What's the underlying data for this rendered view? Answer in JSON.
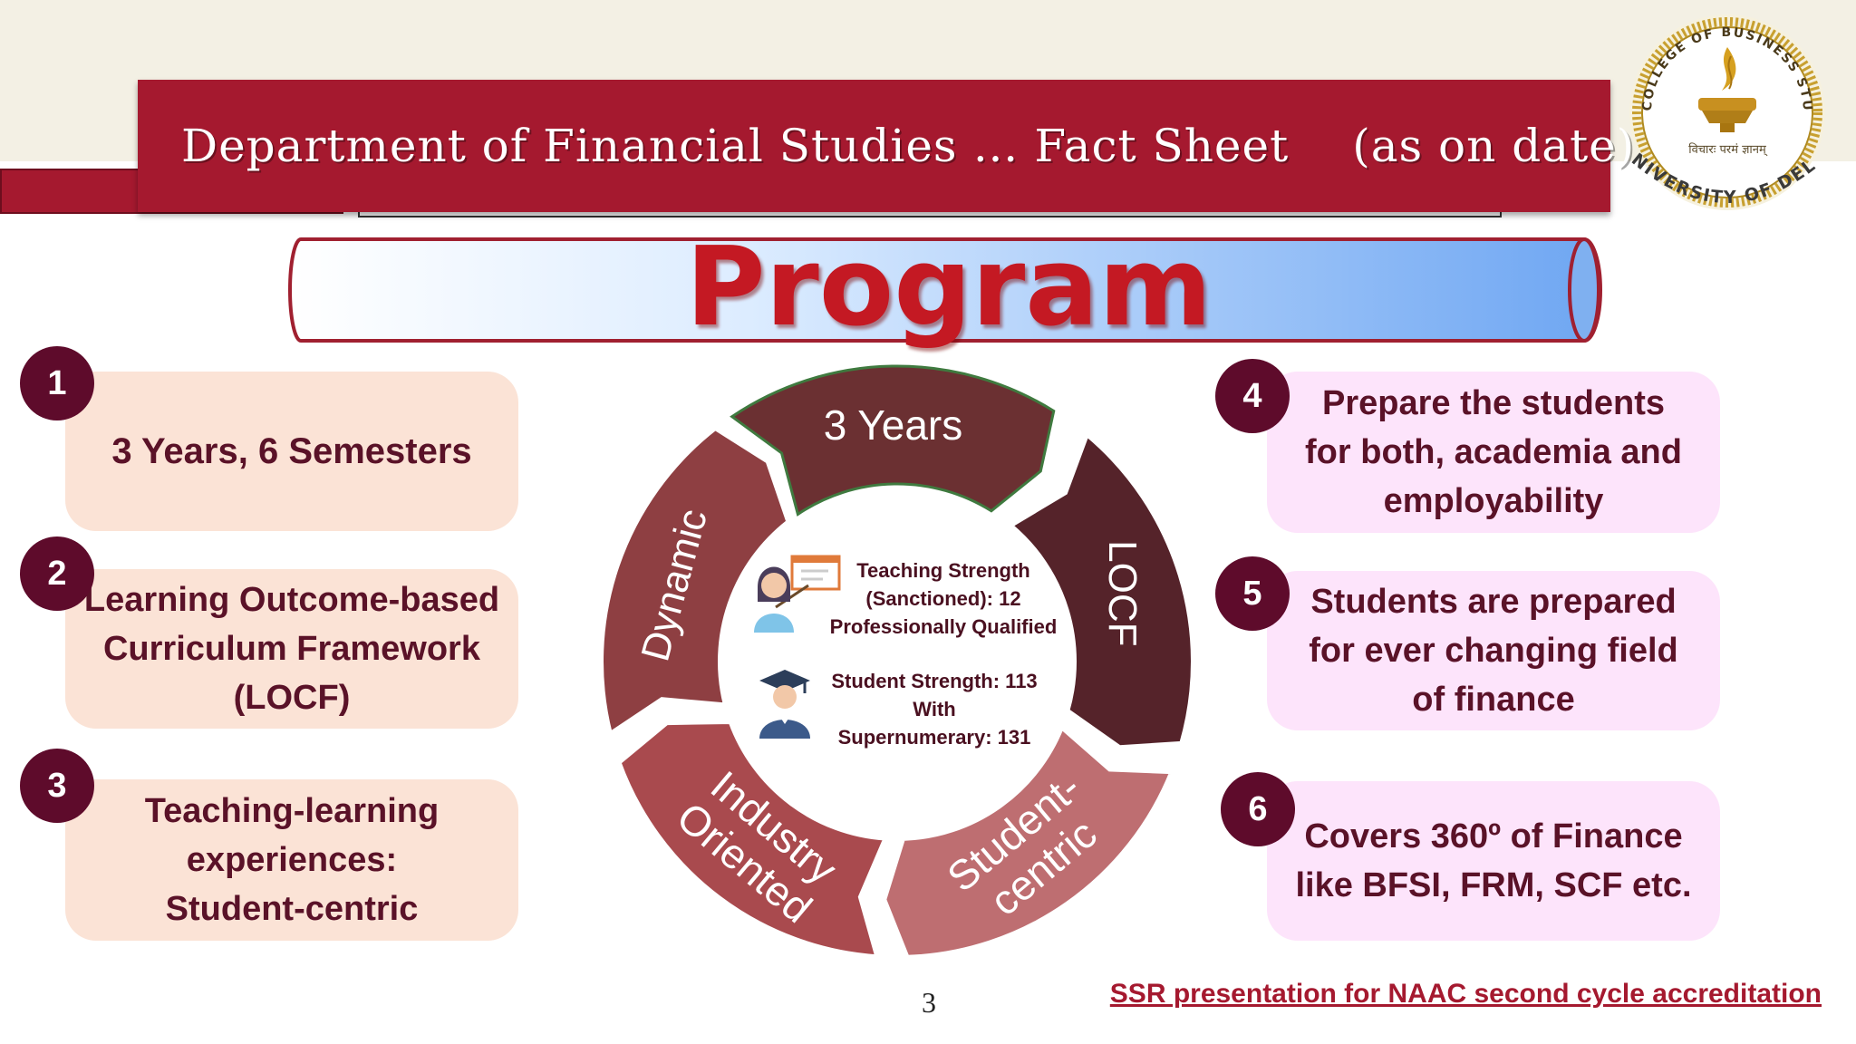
{
  "header": {
    "title": "Department of Financial Studies … Fact Sheet",
    "title_suffix": "(as on date)"
  },
  "logo": {
    "arc_text": "S.S. COLLEGE OF BUSINESS STUDIES",
    "motto": "विचारः परमं ज्ञानम्",
    "university": "UNIVERSITY OF DELHI"
  },
  "banner": {
    "text": "Program"
  },
  "left_items": [
    {
      "number": "1",
      "lines": [
        "3 Years, 6 Semesters"
      ]
    },
    {
      "number": "2",
      "lines": [
        "Learning Outcome-based",
        "Curriculum Framework",
        "(LOCF)"
      ]
    },
    {
      "number": "3",
      "lines": [
        "Teaching-learning",
        "experiences:",
        "Student-centric"
      ]
    }
  ],
  "right_items": [
    {
      "number": "4",
      "lines": [
        "Prepare the students",
        "for both, academia and",
        "employability"
      ]
    },
    {
      "number": "5",
      "lines": [
        "Students are prepared",
        "for ever changing field",
        "of finance"
      ]
    },
    {
      "number": "6",
      "lines": [
        "Covers 360º of Finance",
        "like BFSI, FRM, SCF etc."
      ]
    }
  ],
  "cycle": {
    "segments": [
      {
        "label": "3 Years",
        "color": "#6b3032"
      },
      {
        "label": "LOCF",
        "color": "#55232a"
      },
      {
        "label": "Student-",
        "label2": "centric",
        "color": "#be6e71"
      },
      {
        "label": "Industry",
        "label2": "Oriented",
        "color": "#a94a4e"
      },
      {
        "label": "Dynamic",
        "color": "#8e3f42"
      }
    ],
    "teaching": [
      "Teaching Strength",
      "(Sanctioned): 12",
      "Professionally Qualified"
    ],
    "students": [
      "Student Strength: 113",
      "With",
      "Supernumerary: 131"
    ]
  },
  "footer": {
    "page_number": "3",
    "link_text": "SSR presentation for NAAC second cycle accreditation"
  }
}
